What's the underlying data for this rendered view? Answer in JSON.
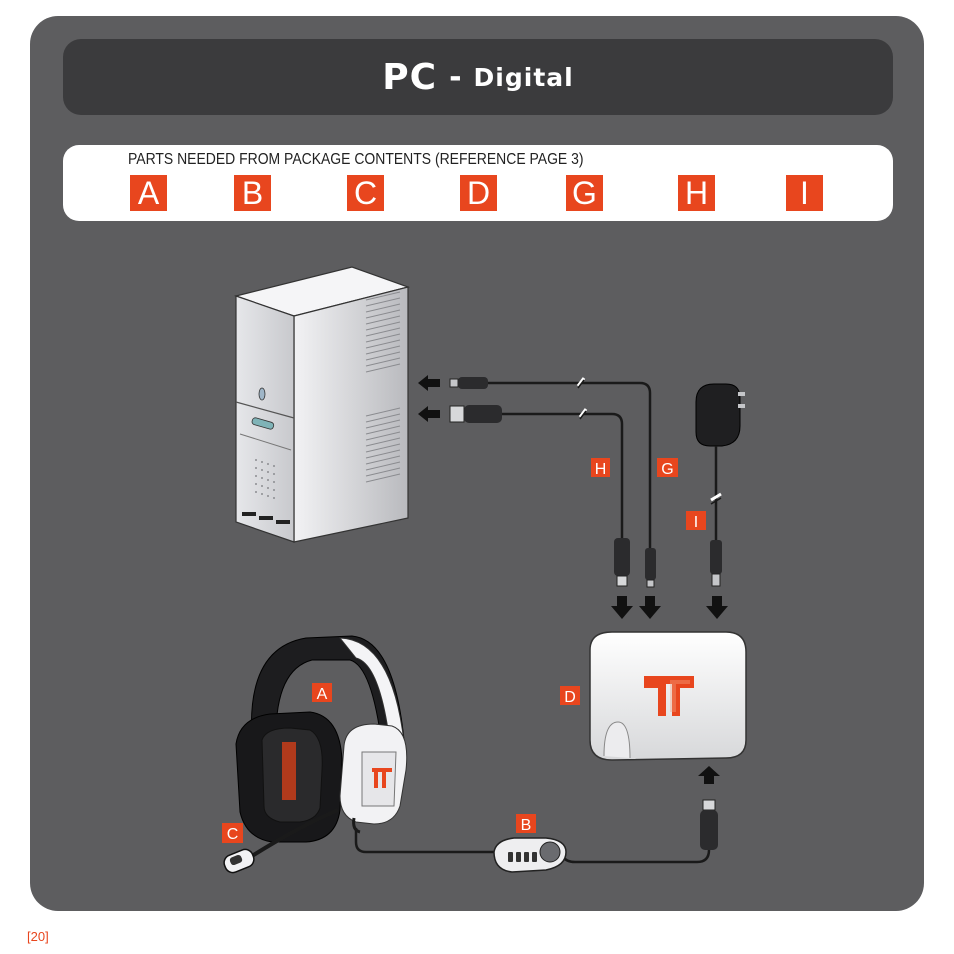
{
  "title": {
    "main": "PC",
    "separator": "-",
    "sub": "Digital"
  },
  "parts": {
    "heading": "PARTS NEEDED FROM PACKAGE CONTENTS (REFERENCE PAGE 3)",
    "items": [
      "A",
      "B",
      "C",
      "D",
      "G",
      "H",
      "I"
    ]
  },
  "diagram_labels": {
    "headset": "A",
    "inline_control": "B",
    "microphone": "C",
    "decoder": "D",
    "optical_cable": "G",
    "usb_cable": "H",
    "power_adapter": "I"
  },
  "accent_color": "#e8461e",
  "page_number": "[20]"
}
